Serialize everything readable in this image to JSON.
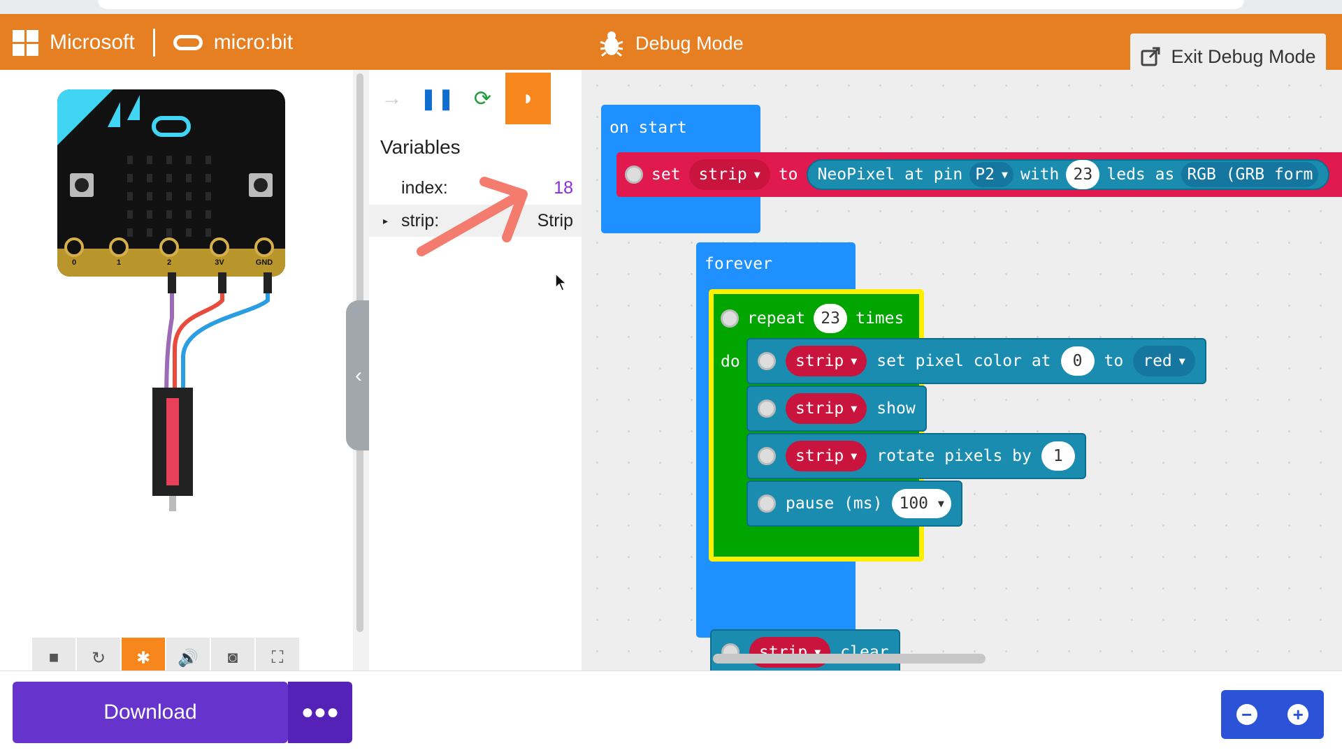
{
  "header": {
    "brand": "Microsoft",
    "product": "micro:bit",
    "mode_title": "Debug Mode",
    "exit_label": "Exit Debug Mode"
  },
  "simulator": {
    "pins": [
      "0",
      "1",
      "2",
      "3V",
      "GND"
    ],
    "tools": [
      "stop-icon",
      "restart-icon",
      "debug-icon",
      "sound-icon",
      "screenshot-icon",
      "fullscreen-icon"
    ]
  },
  "debugger": {
    "variables_title": "Variables",
    "variables": [
      {
        "name": "index:",
        "value": "18"
      },
      {
        "name": "strip:",
        "value": "Strip"
      }
    ]
  },
  "blocks": {
    "on_start": "on start",
    "set": "set",
    "strip": "strip",
    "to": "to",
    "neopixel": "NeoPixel at pin",
    "pin": "P2",
    "with": "with",
    "leds_count": "23",
    "leds_as": "leds as",
    "format": "RGB (GRB form",
    "forever": "forever",
    "repeat": "repeat",
    "repeat_count": "23",
    "times": "times",
    "do": "do",
    "set_pixel": "set pixel color at",
    "pixel_index": "0",
    "color": "red",
    "show": "show",
    "rotate": "rotate pixels by",
    "rotate_by": "1",
    "pause": "pause (ms)",
    "pause_ms": "100",
    "clear": "clear"
  },
  "footer": {
    "download": "Download"
  },
  "colors": {
    "header": "#e67e22",
    "download": "#6633cc",
    "neopixel": "#e01a4f",
    "loops": "#00a500",
    "events": "#1e90ff"
  }
}
